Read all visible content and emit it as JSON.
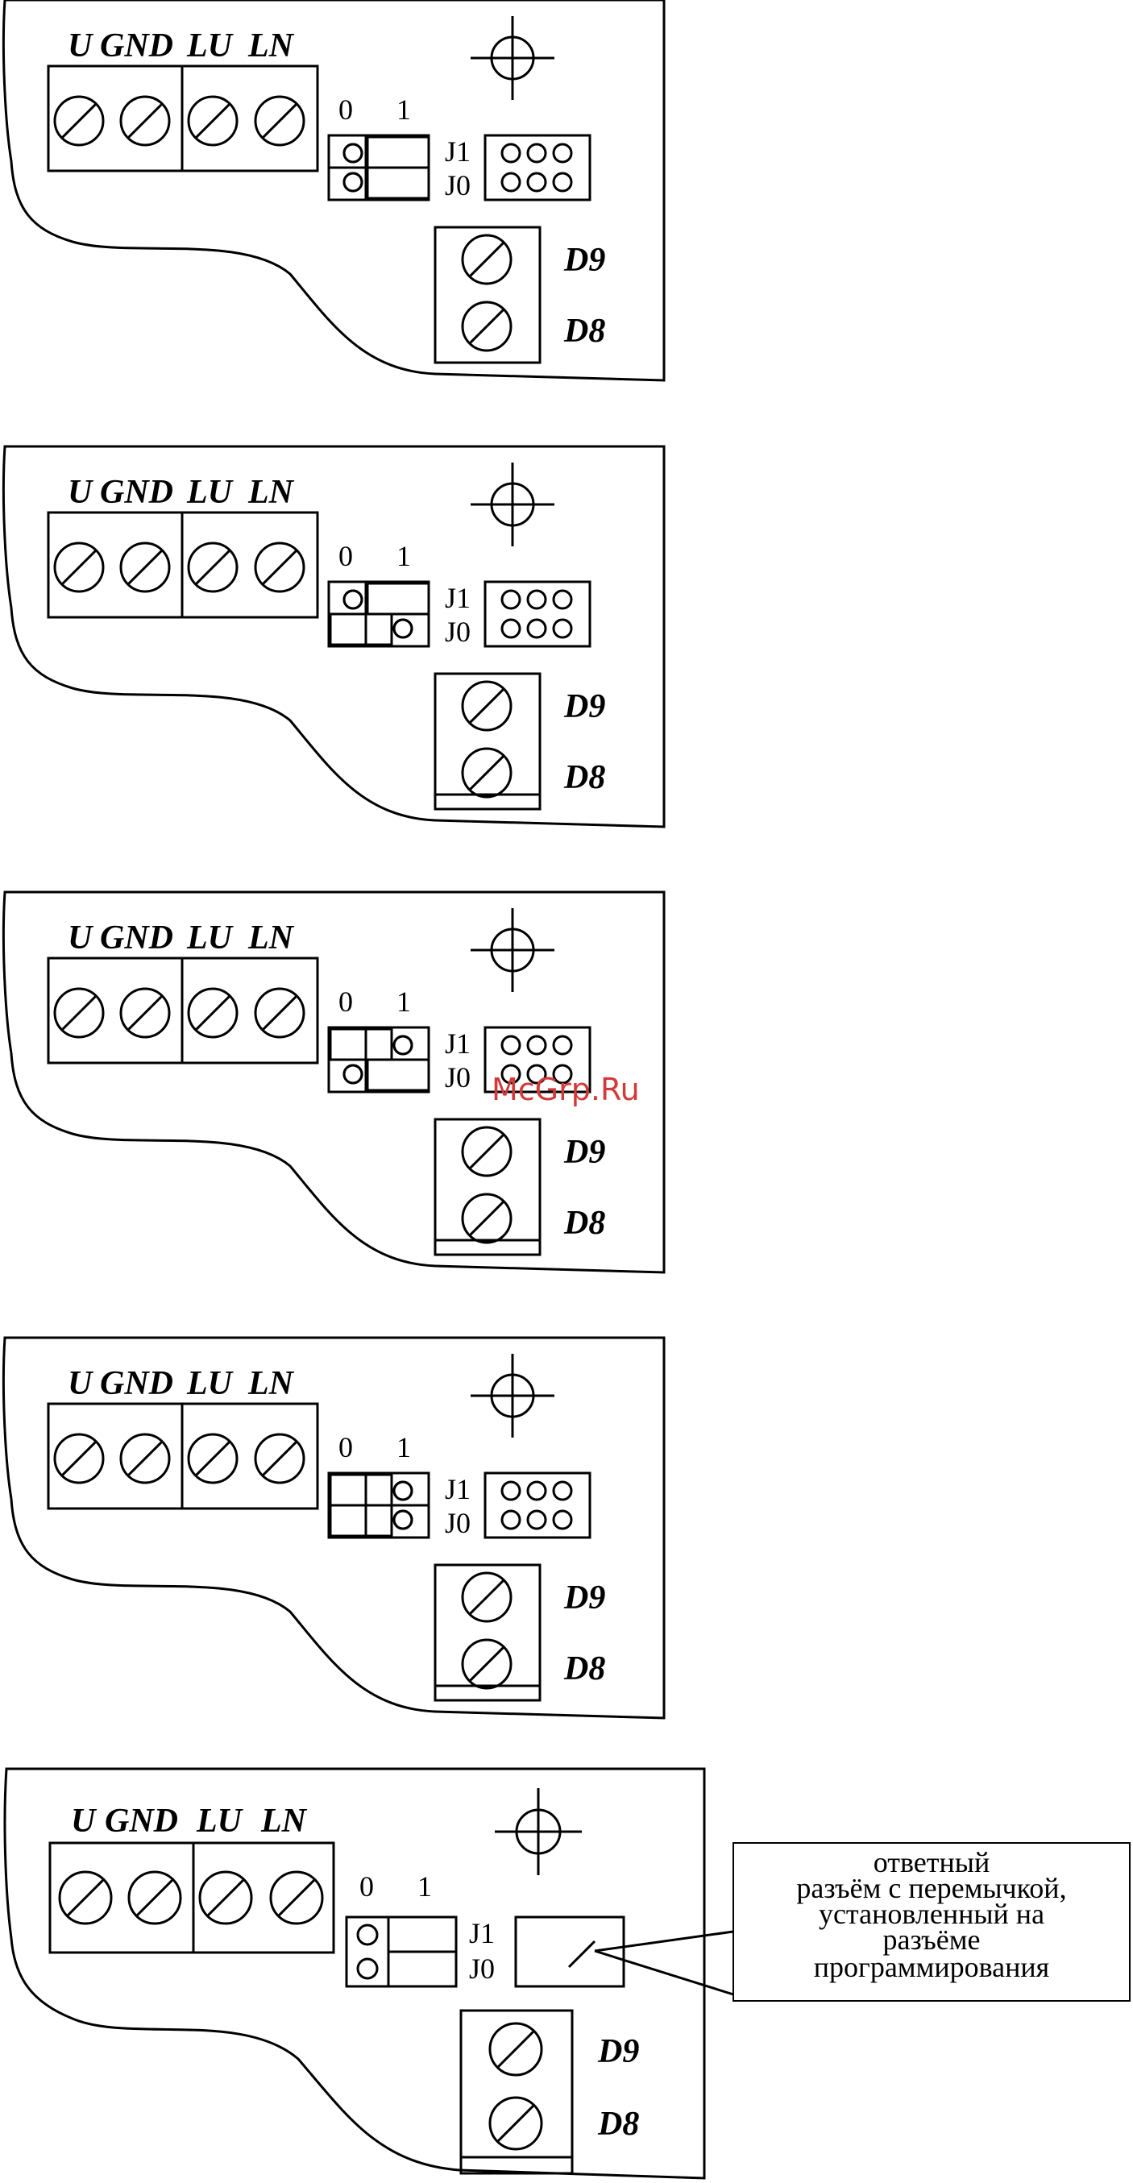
{
  "terminal_labels": [
    "U",
    "GND",
    "LU",
    "LN"
  ],
  "position_labels": [
    "0",
    "1"
  ],
  "jumper_labels": [
    "J1",
    "J0"
  ],
  "contact_labels": [
    "D9",
    "D8"
  ],
  "callout_lines": [
    "ответный",
    "разъём с перемычкой,",
    "установленный на",
    "разъёме",
    "программирования"
  ],
  "watermark": "McGrp.Ru",
  "panels": [
    {
      "jumper_state": "both-right"
    },
    {
      "jumper_state": "j1-right-j0-left"
    },
    {
      "jumper_state": "j1-left-j0-right"
    },
    {
      "jumper_state": "both-left"
    },
    {
      "jumper_state": "programming-connector"
    }
  ]
}
